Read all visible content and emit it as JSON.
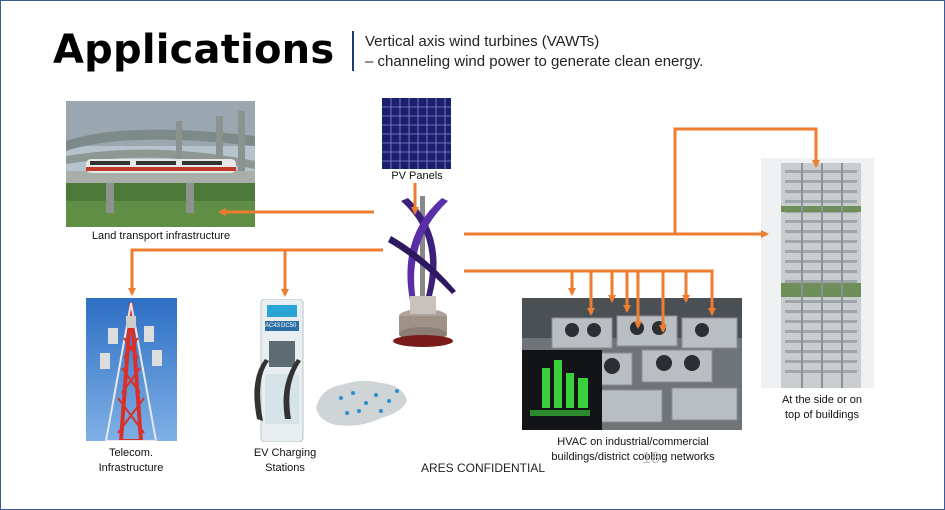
{
  "title": "Applications",
  "subtitle": {
    "line1": "Vertical axis wind turbines (VAWTs)",
    "line2": "– channeling wind power to generate clean energy."
  },
  "captions": {
    "pv": "PV Panels",
    "land": "Land transport infrastructure",
    "telecom_1": "Telecom.",
    "telecom_2": "Infrastructure",
    "ev_1": "EV Charging",
    "ev_2": "Stations",
    "hvac_1": "HVAC on industrial/commercial",
    "hvac_2": "buildings/district cooling networks",
    "building_1": "At the side or on",
    "building_2": "top of buildings"
  },
  "charger_labels": {
    "ac": "AC43",
    "dc": "DC50"
  },
  "footer": {
    "confidential": "ARES CONFIDENTIAL",
    "page": "18"
  },
  "colors": {
    "arrow": "#ed7d31",
    "divider": "#1f3b73",
    "turbine": "#3c1f78"
  }
}
